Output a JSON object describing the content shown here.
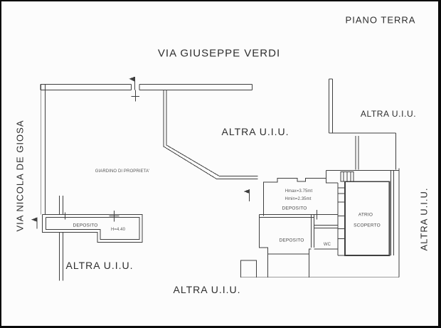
{
  "page": {
    "title": "PIANO TERRA"
  },
  "streets": {
    "top": "VIA GIUSEPPE VERDI",
    "left": "VIA NICOLA DE GIOSA"
  },
  "adjacent_units": {
    "center": "ALTRA U.I.U.",
    "top_right": "ALTRA U.I.U.",
    "right": "ALTRA U.I.U.",
    "bottom_left": "ALTRA U.I.U.",
    "bottom_center": "ALTRA U.I.U."
  },
  "garden": {
    "label": "GIARDINO DI PROPRIETA'"
  },
  "rooms": {
    "deposito_main": {
      "hmax": "Hmax=3.75mt",
      "hmin": "Hmin=2.35mt",
      "name": "DEPOSITO"
    },
    "deposito_lower": {
      "name": "DEPOSITO"
    },
    "wc": {
      "name": "WC"
    },
    "atrio": {
      "name_line1": "ATRIO",
      "name_line2": "SCOPERTO"
    },
    "deposito_left": {
      "name": "DEPOSITO",
      "height": "H=4.40"
    }
  },
  "colors": {
    "ink": "#3f3f3f",
    "paper": "#fcfcfc",
    "frame": "#0a0a0a"
  }
}
